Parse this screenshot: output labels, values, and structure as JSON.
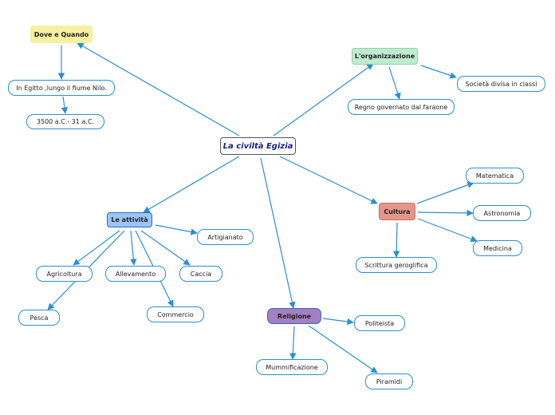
{
  "diagram": {
    "center": "La civiltà Egizia",
    "nodes": {
      "dove": "Dove e Quando",
      "egitto": "In Egitto ,lungo il fiume Nilo.",
      "date": "3500 a.C.- 31 a.C.",
      "organizzazione": "L'organizzazione",
      "societa": "Società divisa in classi",
      "regno": "Regno governato dal faraone",
      "attivita": "Le attività",
      "artigianato": "Artigianato",
      "agricoltura": "Agricoltura",
      "allevamento": "Allevamento",
      "caccia": "Caccia",
      "pesca": "Pesca",
      "commercio": "Commercio",
      "cultura": "Cultura",
      "matematica": "Matematica",
      "astronomia": "Astronomia",
      "medicina": "Medicina",
      "scrittura": "Scrittura geroglifica",
      "religione": "Religione",
      "politeista": "Politeista",
      "mummificazione": "Mummificazione",
      "piramidi": "Piramidi"
    },
    "colors": {
      "line": "#2a8fd0",
      "dove": "#f7f0a0",
      "organizzazione": "#bfeccf",
      "attivita": "#9cc4f5",
      "cultura": "#e3968a",
      "religione": "#a57fc0"
    }
  }
}
